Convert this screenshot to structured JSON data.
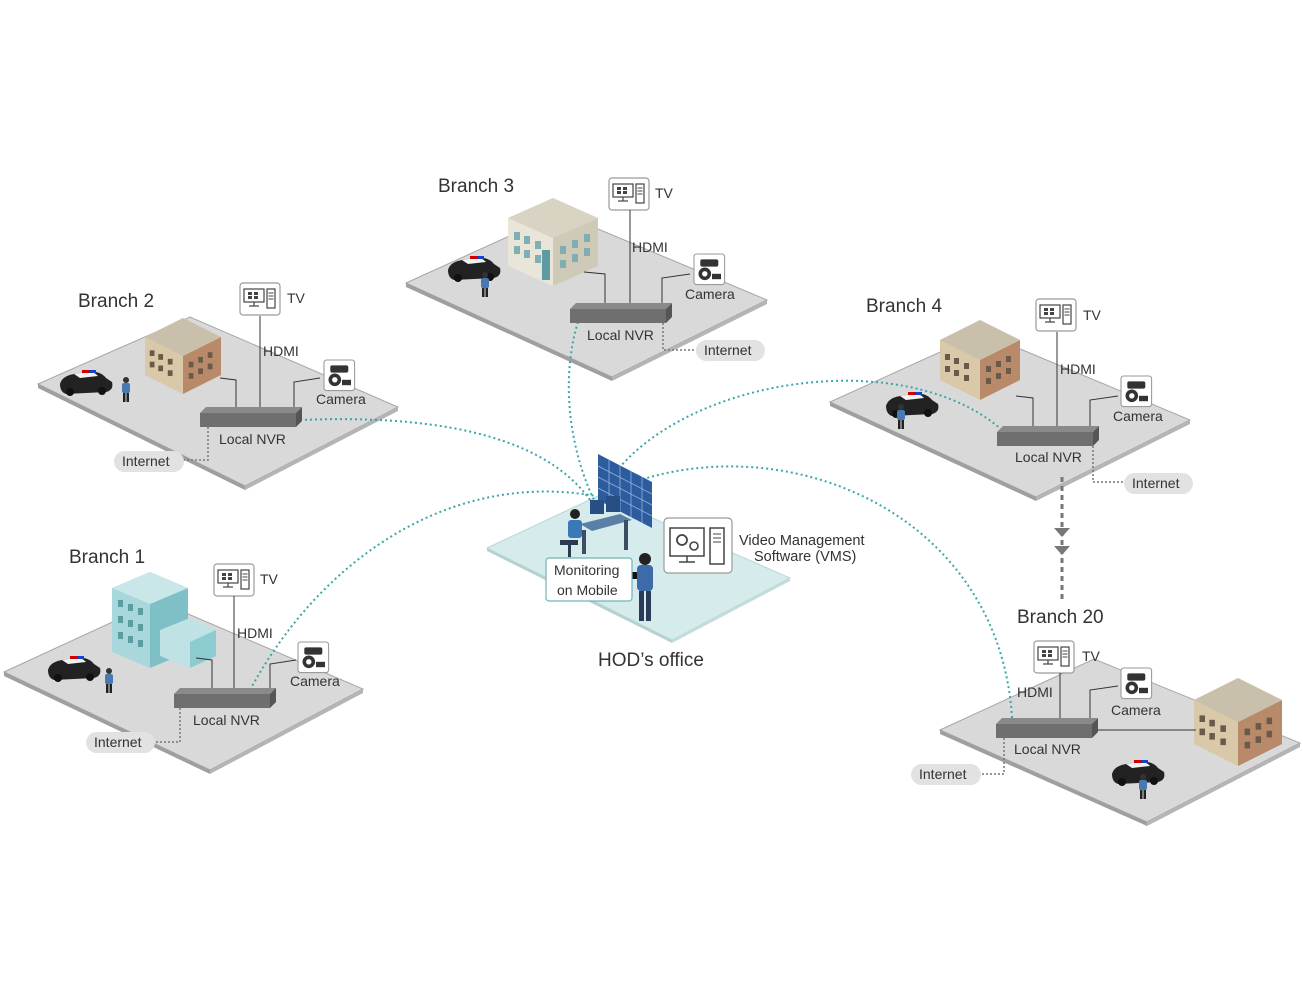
{
  "diagram": {
    "common": {
      "tv": "TV",
      "hdmi": "HDMI",
      "camera": "Camera",
      "nvr": "Local NVR",
      "internet": "Internet"
    },
    "branches": {
      "b1": {
        "title": "Branch 1"
      },
      "b2": {
        "title": "Branch 2"
      },
      "b3": {
        "title": "Branch 3"
      },
      "b4": {
        "title": "Branch 4"
      },
      "b20": {
        "title": "Branch 20"
      }
    },
    "hod": {
      "title": "HOD’s office",
      "mobile_line1": "Monitoring",
      "mobile_line2": "on Mobile",
      "vms_line1": "Video Management",
      "vms_line2": "Software (VMS)"
    },
    "colors": {
      "platform": "#d9d9d9",
      "platform_edge": "#9a9a9a",
      "hod_platform": "#cfe8e8",
      "link": "#3aa6a8",
      "nvr": "#6f6f6f",
      "pill": "#e2e2e2"
    }
  }
}
